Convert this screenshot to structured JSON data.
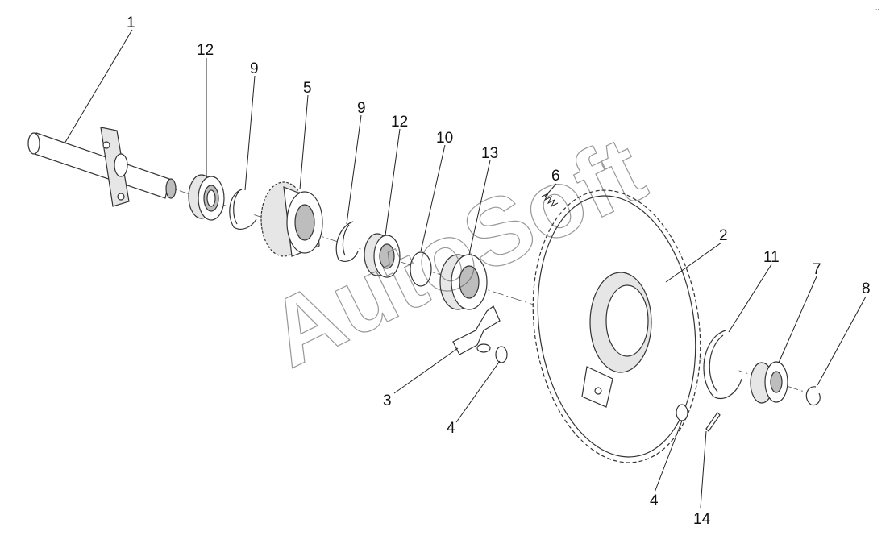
{
  "watermark": "AutoSoft",
  "corner_mark": "..",
  "callouts": [
    {
      "id": "1",
      "text": "1"
    },
    {
      "id": "12a",
      "text": "12"
    },
    {
      "id": "9a",
      "text": "9"
    },
    {
      "id": "5",
      "text": "5"
    },
    {
      "id": "9b",
      "text": "9"
    },
    {
      "id": "12b",
      "text": "12"
    },
    {
      "id": "10",
      "text": "10"
    },
    {
      "id": "13",
      "text": "13"
    },
    {
      "id": "6",
      "text": "6"
    },
    {
      "id": "2",
      "text": "2"
    },
    {
      "id": "11",
      "text": "11"
    },
    {
      "id": "7",
      "text": "7"
    },
    {
      "id": "8",
      "text": "8"
    },
    {
      "id": "3",
      "text": "3"
    },
    {
      "id": "4a",
      "text": "4"
    },
    {
      "id": "4b",
      "text": "4"
    },
    {
      "id": "14",
      "text": "14"
    }
  ]
}
